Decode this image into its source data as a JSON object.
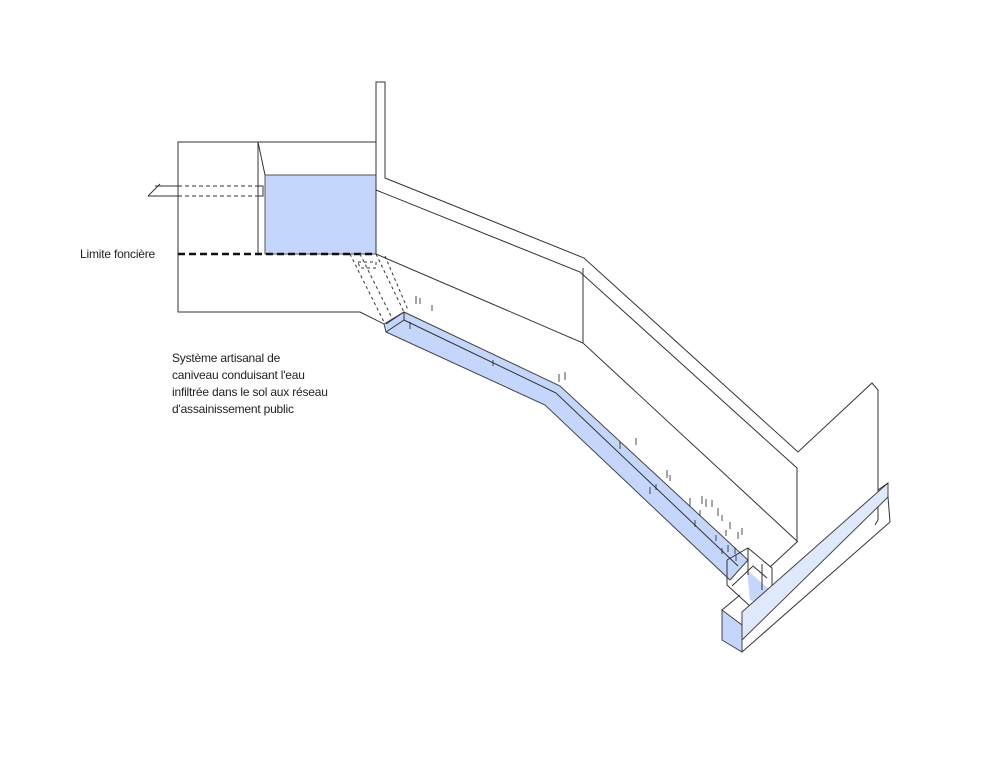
{
  "labels": {
    "property_line": "Limite foncière",
    "description_lines": [
      "Système artisanal de",
      "caniveau conduisant l'eau",
      "infiltrée dans le sol aux réseau",
      "d'assainissement public"
    ]
  },
  "colors": {
    "water": "#c4d6fb",
    "water_light": "#e0e9fc",
    "line": "#333333"
  }
}
